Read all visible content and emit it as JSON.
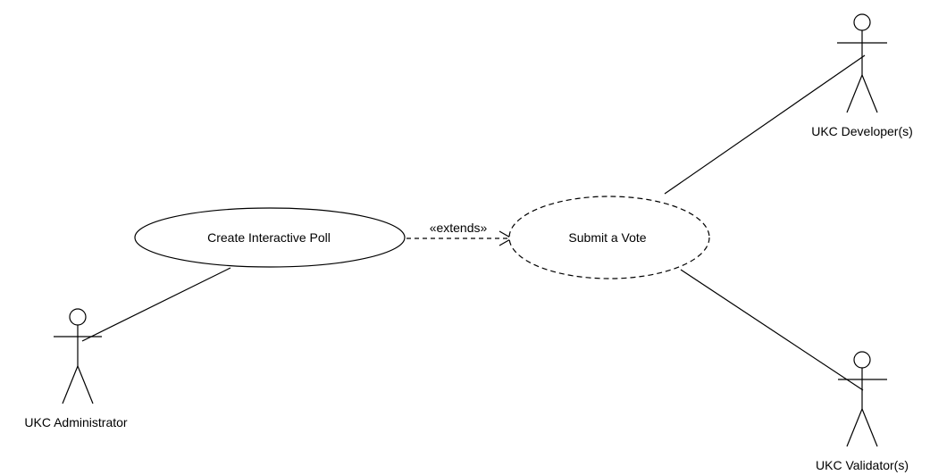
{
  "diagram": {
    "type": "use-case",
    "actors": [
      {
        "id": "admin",
        "label": "UKC Administrator"
      },
      {
        "id": "developer",
        "label": "UKC Developer(s)"
      },
      {
        "id": "validator",
        "label": "UKC Validator(s)"
      }
    ],
    "use_cases": [
      {
        "id": "create_poll",
        "label": "Create Interactive Poll",
        "style": "solid"
      },
      {
        "id": "submit_vote",
        "label": "Submit a Vote",
        "style": "dashed"
      }
    ],
    "relationships": [
      {
        "from": "admin",
        "to": "create_poll",
        "kind": "association"
      },
      {
        "from": "developer",
        "to": "submit_vote",
        "kind": "association"
      },
      {
        "from": "validator",
        "to": "submit_vote",
        "kind": "association"
      },
      {
        "from": "create_poll",
        "to": "submit_vote",
        "kind": "extend",
        "label": "«extends»"
      }
    ]
  }
}
